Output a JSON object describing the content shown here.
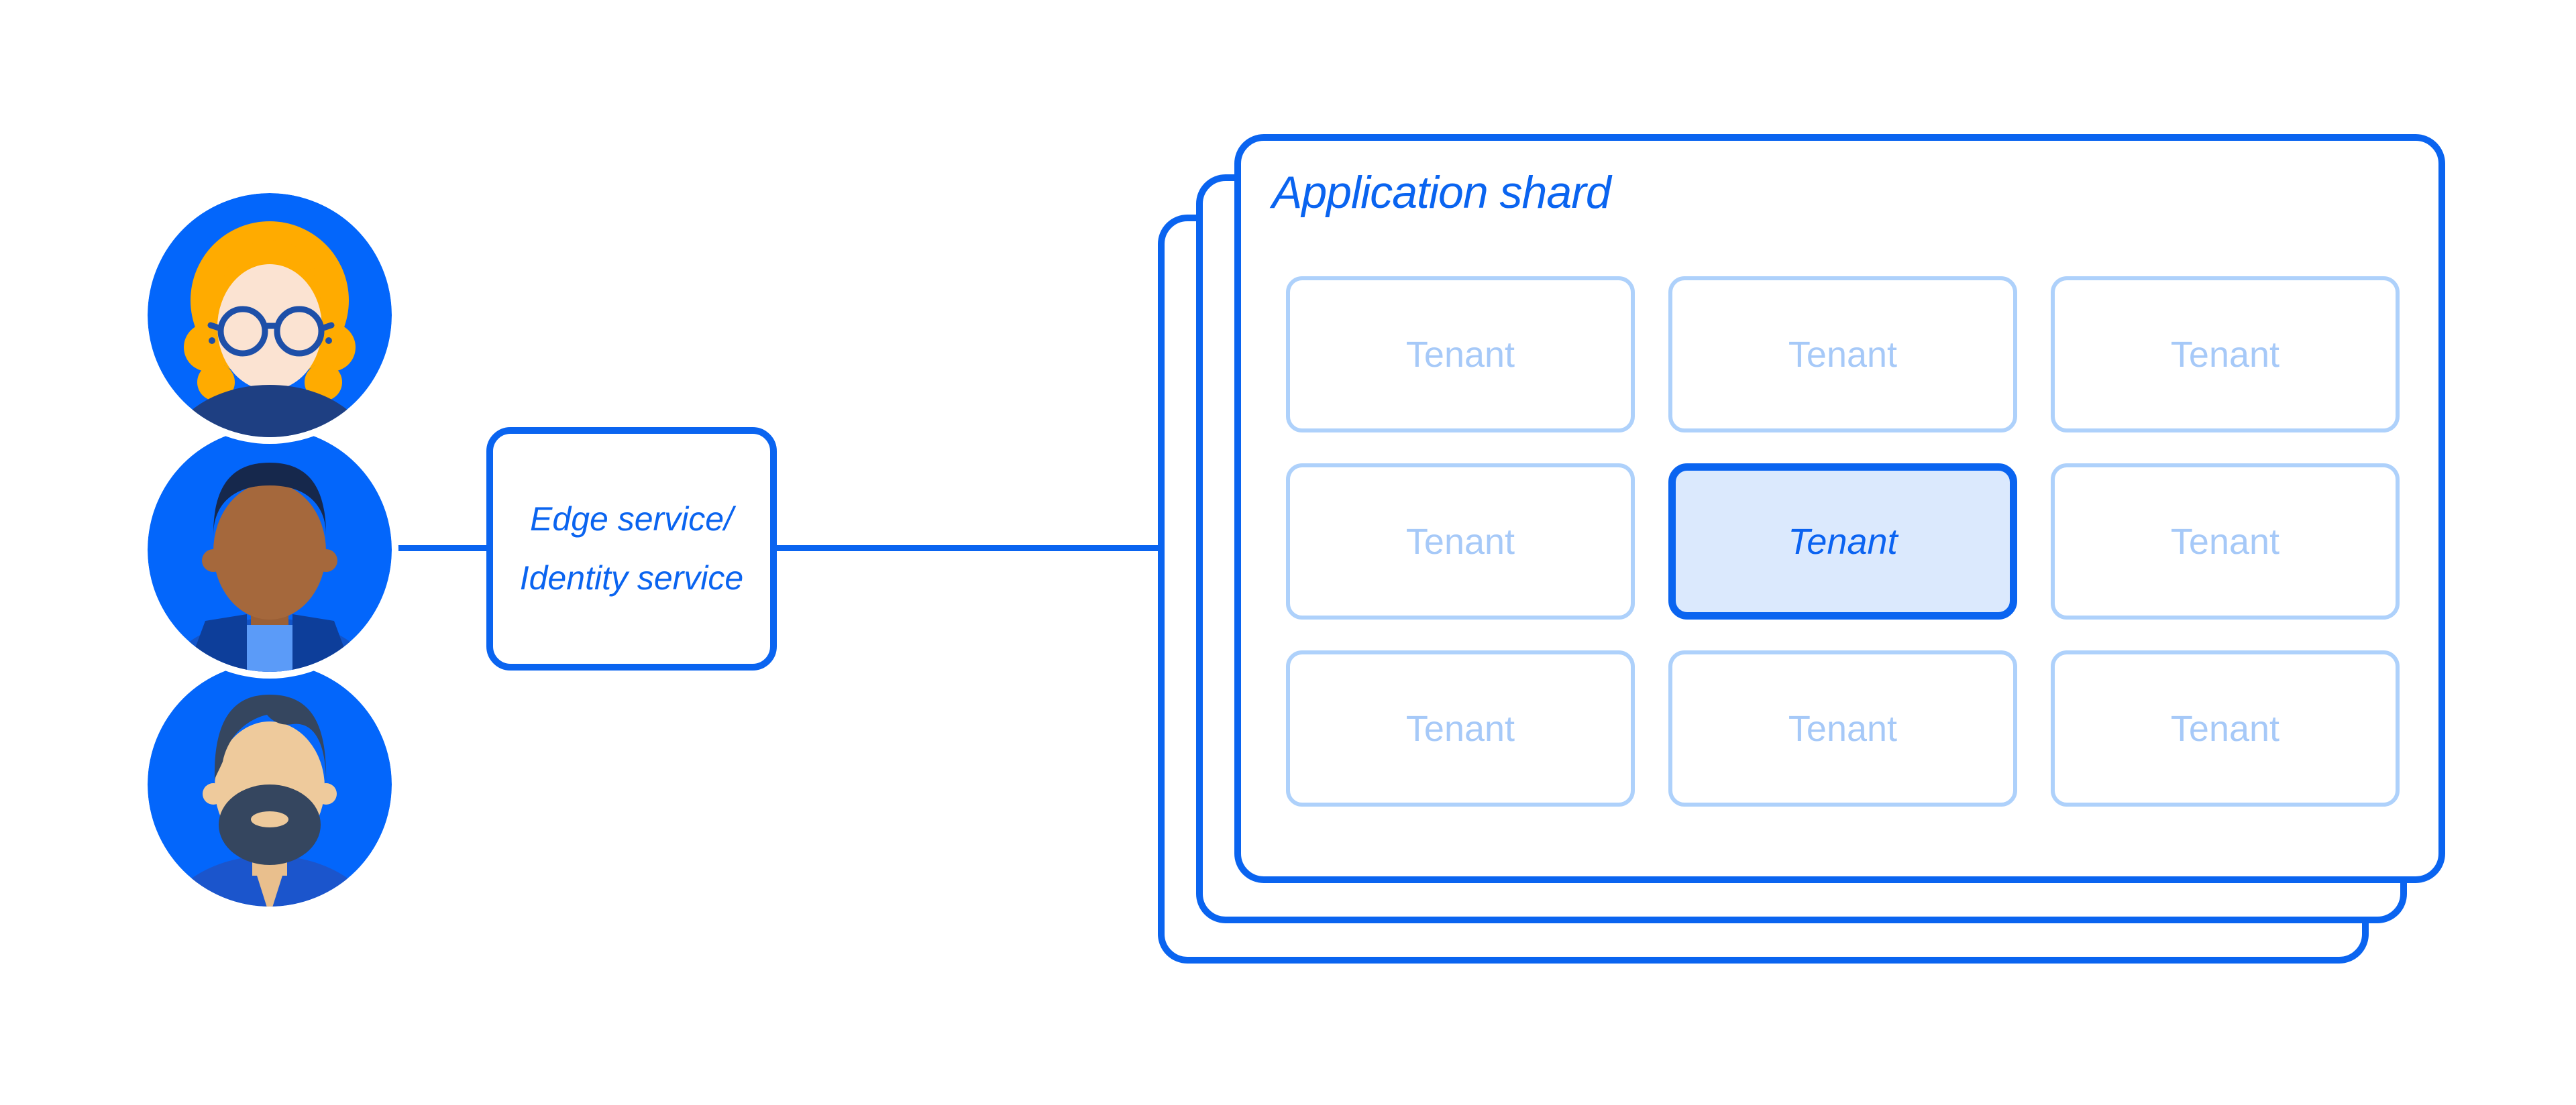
{
  "users": {
    "items": [
      {
        "icon": "avatar-woman-glasses-icon"
      },
      {
        "icon": "avatar-man-dark-skin-icon"
      },
      {
        "icon": "avatar-man-beard-icon"
      }
    ]
  },
  "edge_service": {
    "label_line1": "Edge service/",
    "label_line2": "Identity service"
  },
  "application_shard": {
    "title": "Application shard",
    "stacked_cards": 3,
    "grid": {
      "rows": 3,
      "cols": 3
    },
    "tenants": [
      {
        "label": "Tenant",
        "highlighted": false
      },
      {
        "label": "Tenant",
        "highlighted": false
      },
      {
        "label": "Tenant",
        "highlighted": false
      },
      {
        "label": "Tenant",
        "highlighted": false
      },
      {
        "label": "Tenant",
        "highlighted": true
      },
      {
        "label": "Tenant",
        "highlighted": false
      },
      {
        "label": "Tenant",
        "highlighted": false
      },
      {
        "label": "Tenant",
        "highlighted": false
      },
      {
        "label": "Tenant",
        "highlighted": false
      }
    ]
  },
  "colors": {
    "primary_blue": "#0A64F0",
    "avatar_circle_blue": "#0366FB",
    "tenant_border_light": "#AED1FB",
    "tenant_text_light": "#A6C9F8",
    "highlight_fill": "#DBE9FD",
    "background": "#FFFFFF"
  }
}
